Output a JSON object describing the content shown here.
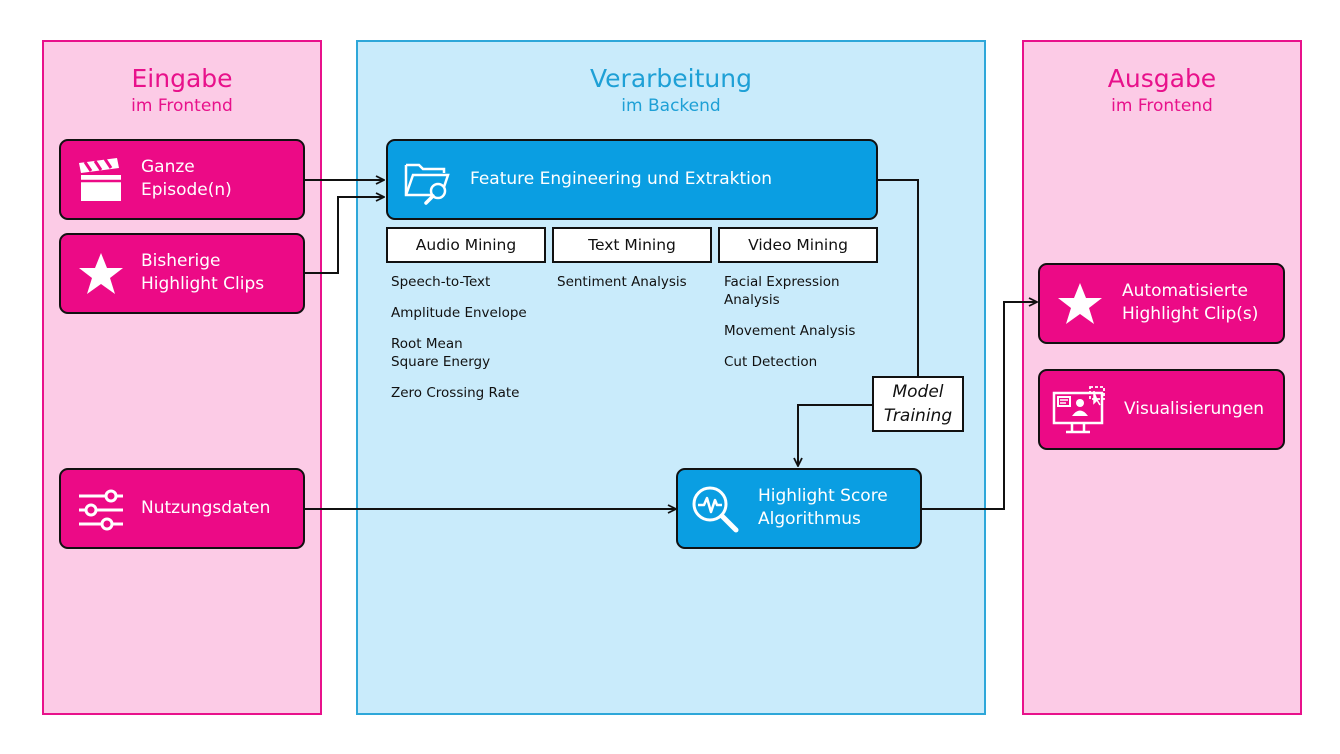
{
  "panels": {
    "input": {
      "title": "Eingabe",
      "subtitle": "im Frontend"
    },
    "processing": {
      "title": "Verarbeitung",
      "subtitle": "im Backend"
    },
    "output": {
      "title": "Ausgabe",
      "subtitle": "im Frontend"
    }
  },
  "inputs": {
    "episodes": "Ganze\nEpisode(n)",
    "clips": "Bisherige\nHighlight Clips",
    "usage": "Nutzungsdaten"
  },
  "processing": {
    "feature_box": "Feature Engineering und Extraktion",
    "mining": [
      {
        "title": "Audio Mining",
        "features": [
          "Speech-to-Text",
          "Amplitude Envelope",
          "Root Mean\nSquare Energy",
          "Zero Crossing Rate"
        ]
      },
      {
        "title": "Text Mining",
        "features": [
          "Sentiment Analysis"
        ]
      },
      {
        "title": "Video Mining",
        "features": [
          "Facial Expression\nAnalysis",
          "Movement Analysis",
          "Cut Detection"
        ]
      }
    ],
    "model_training": "Model\nTraining",
    "score_box": "Highlight Score\nAlgorithmus"
  },
  "outputs": {
    "clips": "Automatisierte\nHighlight Clip(s)",
    "visual": "Visualisierungen"
  },
  "colors": {
    "pink": "#ec0a86",
    "pink_bg": "#fccbe6",
    "blue": "#0a9ee2",
    "blue_bg": "#c9ebfb"
  },
  "icons": {
    "episodes": "clapperboard-icon",
    "clips": "star-icon",
    "usage": "sliders-icon",
    "feature": "folder-search-icon",
    "score": "waveform-search-icon",
    "out_clips": "star-icon",
    "visual": "monitor-user-icon"
  }
}
